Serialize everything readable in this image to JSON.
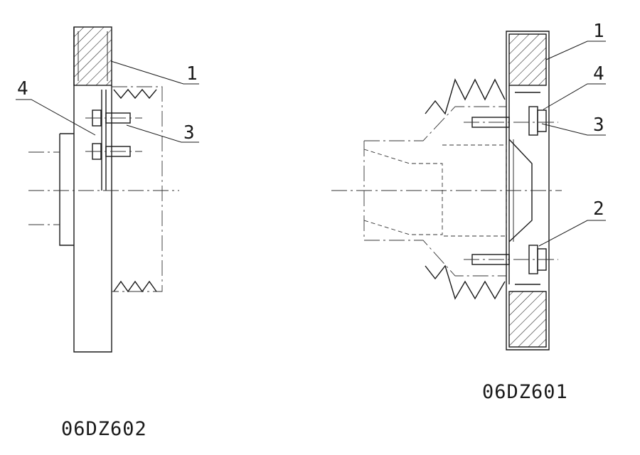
{
  "views": [
    {
      "model_code": "06DZ602",
      "callouts": [
        "1",
        "3",
        "4"
      ]
    },
    {
      "model_code": "06DZ601",
      "callouts": [
        "1",
        "4",
        "3",
        "2"
      ]
    }
  ]
}
